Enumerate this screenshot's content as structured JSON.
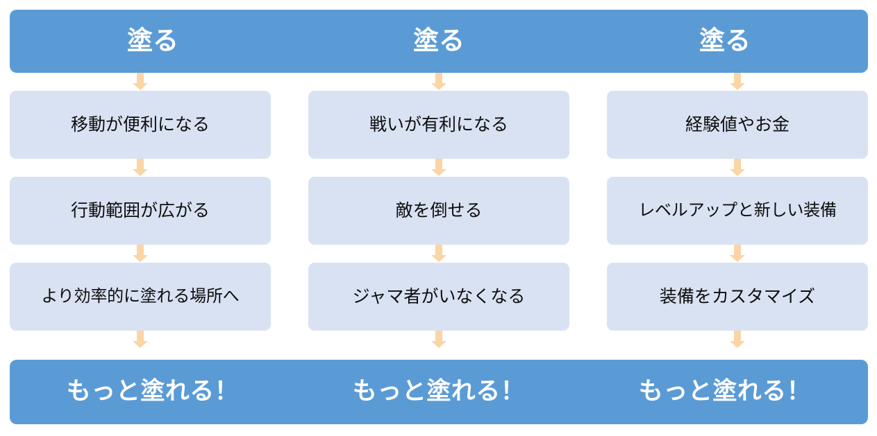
{
  "colors": {
    "banner_fill": "#5B9BD5",
    "banner_text": "#FFFFFF",
    "box_fill": "#D9E2F3",
    "box_text": "#0D0D0D",
    "arrow_fill": "#FBD5A5",
    "page_background": "#FFFFFF"
  },
  "top_banner": {
    "labels": [
      "塗る",
      "塗る",
      "塗る"
    ]
  },
  "bottom_banner": {
    "labels": [
      "もっと塗れる！",
      "もっと塗れる！",
      "もっと塗れる！"
    ]
  },
  "columns": [
    {
      "id": "mobility",
      "steps": [
        "移動が便利になる",
        "行動範囲が広がる",
        "より効率的に塗れる場所へ"
      ]
    },
    {
      "id": "combat",
      "steps": [
        "戦いが有利になる",
        "敵を倒せる",
        "ジャマ者がいなくなる"
      ]
    },
    {
      "id": "rewards",
      "steps": [
        "経験値やお金",
        "レベルアップと新しい装備",
        "装備をカスタマイズ"
      ]
    }
  ],
  "icons": {
    "arrow": "arrow-down-icon"
  }
}
